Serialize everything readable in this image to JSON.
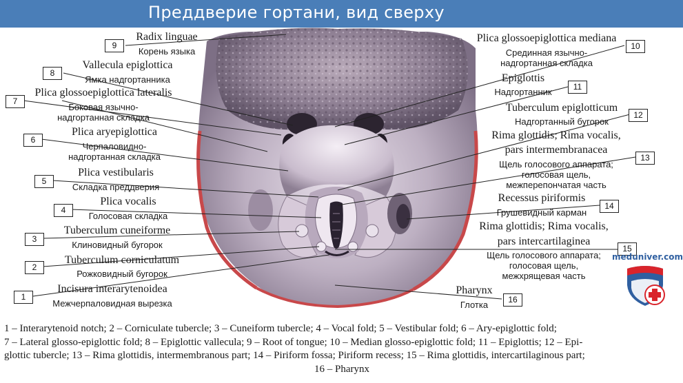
{
  "title": "Преддверие гортани, вид сверху",
  "labels": [
    {
      "num": "9",
      "latin": "Radix linguae",
      "russian": [
        "Корень языка"
      ]
    },
    {
      "num": "8",
      "latin": "Vallecula epiglottica",
      "russian": [
        "Ямка надгортанника"
      ]
    },
    {
      "num": "7",
      "latin": "Plica glossoepiglottica lateralis",
      "russian": [
        "Боковая язычно-",
        "надгортанная складка"
      ]
    },
    {
      "num": "6",
      "latin": "Plica aryepiglottica",
      "russian": [
        "Черпаловидно-",
        "надгортанная складка"
      ]
    },
    {
      "num": "5",
      "latin": "Plica vestibularis",
      "russian": [
        "Складка преддверия"
      ]
    },
    {
      "num": "4",
      "latin": "Plica vocalis",
      "russian": [
        "Голосовая складка"
      ]
    },
    {
      "num": "3",
      "latin": "Tuberculum cuneiforme",
      "russian": [
        "Клиновидный бугорок"
      ]
    },
    {
      "num": "2",
      "latin": "Tuberculum corniculatum",
      "russian": [
        "Рожковидный бугорок"
      ]
    },
    {
      "num": "1",
      "latin": "Incisura interarytenoidea",
      "russian": [
        "Межчерпаловидная вырезка"
      ]
    },
    {
      "num": "10",
      "latin": "Plica glossoepiglottica mediana",
      "russian": [
        "Срединная язычно-",
        "надгортанная складка"
      ]
    },
    {
      "num": "11",
      "latin": "Epiglottis",
      "russian": [
        "Надгортанник"
      ]
    },
    {
      "num": "12",
      "latin": "Tuberculum epiglotticum",
      "russian": [
        "Надгортанный бугорок"
      ]
    },
    {
      "num": "13",
      "latin": [
        "Rima glottidis; Rima vocalis,",
        "pars intermembranacea"
      ],
      "russian": [
        "Щель голосового аппарата;",
        "голосовая щель,",
        "межперепончатая часть"
      ]
    },
    {
      "num": "14",
      "latin": "Recessus piriformis",
      "russian": [
        "Грушевидный карман"
      ]
    },
    {
      "num": "15",
      "latin": [
        "Rima glottidis; Rima vocalis,",
        "pars intercartilaginea"
      ],
      "russian": [
        "Щель голосового аппарата;",
        "голосовая щель,",
        "межхрящевая часть"
      ]
    },
    {
      "num": "16",
      "latin": "Pharynx",
      "russian": [
        "Глотка"
      ]
    }
  ],
  "caption": [
    "1 – Interarytenoid notch; 2 – Corniculate tubercle; 3 – Cuneiform tubercle; 4 – Vocal fold; 5 – Vestibular fold; 6 – Ary-epiglottic fold;",
    "7 – Lateral glosso-epiglottic fold; 8 – Epiglottic vallecula; 9 – Root of tongue; 10 – Median glosso-epiglottic fold; 11 – Epiglottis; 12 – Epi-",
    "glottic tubercle; 13 – Rima glottidis, intermembranous part; 14 – Piriform fossa; Piriform recess; 15 – Rima glottidis, intercartilaginous part;",
    "16 – Pharynx"
  ],
  "logo": {
    "text": "meduniver.com",
    "colors": {
      "blue": "#2f5fa0",
      "red": "#d9242b"
    }
  },
  "colors": {
    "title_bar": "#4a7eb8",
    "tissue": "#8a7a8e",
    "rim": "#c8484a"
  }
}
